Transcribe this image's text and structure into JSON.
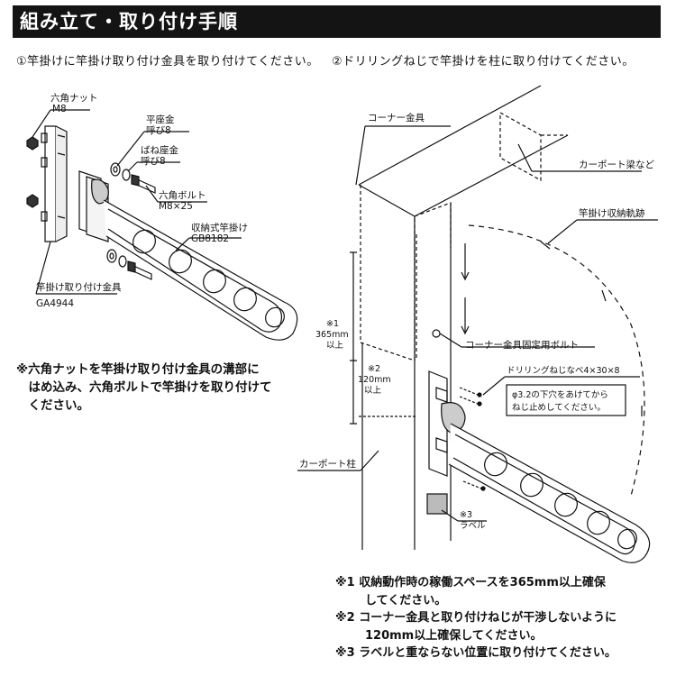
{
  "header": {
    "title": "組み立て・取り付け手順"
  },
  "steps": {
    "step1": "①竿掛けに竿掛け取り付け金具を取り付けてください。",
    "step2": "②ドリリングねじで竿掛けを柱に取り付けてください。"
  },
  "left_diagram": {
    "hex_nut": "六角ナット",
    "hex_nut_size": "M8",
    "flat_washer": "平座金",
    "flat_washer_size": "呼び8",
    "spring_washer": "ばね座金",
    "spring_washer_size": "呼び8",
    "hex_bolt": "六角ボルト",
    "hex_bolt_size": "M8×25",
    "storage_hanger": "収納式竿掛け",
    "storage_hanger_code": "GB8182",
    "bracket": "竿掛け取り付け金具",
    "bracket_code": "GA4944"
  },
  "left_note": {
    "line1": "※六角ナットを竿掛け取り付け金具の溝部に",
    "line2": "　はめ込み、六角ボルトで竿掛けを取り付けて",
    "line3": "　ください。"
  },
  "right_diagram": {
    "corner_bracket": "コーナー金具",
    "carport_beam": "カーポート梁など",
    "hanger_path": "竿掛け収納軌跡",
    "note1_mark": "※1",
    "note1_value": "365mm",
    "note1_suffix": "以上",
    "note2_mark": "※2",
    "note2_value": "120mm",
    "note2_suffix": "以上",
    "corner_bolt": "コーナー金具固定用ボルト",
    "drilling_screw": "ドリリングねじなべ4×30×8",
    "pilot_hole_1": "φ3.2の下穴をあけてから",
    "pilot_hole_2": "ねじ止めしてください。",
    "carport_post": "カーポート柱",
    "note3_mark": "※3",
    "label": "ラベル"
  },
  "notes": {
    "n1_a": "※1  収納動作時の稼働スペースを365mm以上確保",
    "n1_b": "してください。",
    "n2_a": "※2  コーナー金具と取り付けねじが干渉しないように",
    "n2_b": "120mm以上確保してください。",
    "n3": "※3  ラベルと重ならない位置に取り付けてください。"
  }
}
